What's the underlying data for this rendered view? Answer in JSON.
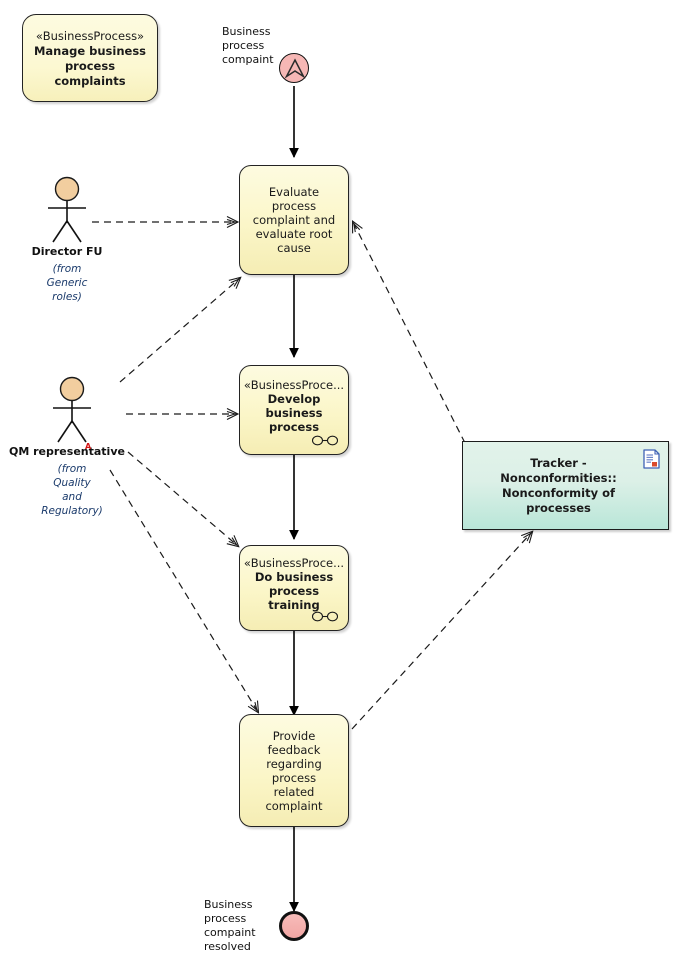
{
  "diagram": {
    "type": "uml-activity-diagram",
    "background": "#ffffff"
  },
  "colors": {
    "activity_fill": "#fbf6c8",
    "activity_border": "#232323",
    "tracker_fill": "#dcf0e7",
    "tracker_border": "#1d1d1d",
    "start_node_fill": "#f6b7b5",
    "end_node_fill": "#f2a6a4",
    "actor_head_fill": "#f2ce9f",
    "from_text": "#1a3a6b",
    "marker_red": "#d21010"
  },
  "business_process_note": {
    "stereotype": "«BusinessProcess»",
    "title_line1": "Manage business process",
    "title_line2": "complaints"
  },
  "start": {
    "label_line1": "Business",
    "label_line2": "process",
    "label_line3": "compaint",
    "icon": "signal-receipt-icon"
  },
  "end": {
    "label_line1": "Business",
    "label_line2": "process",
    "label_line3": "compaint",
    "label_line4": "resolved",
    "icon": "activity-final-icon"
  },
  "actors": [
    {
      "id": "director-fu",
      "name": "Director FU",
      "from_line1": "(from",
      "from_line2": "Generic",
      "from_line3": "roles)",
      "marker": ""
    },
    {
      "id": "qm-representative",
      "name": "QM representative",
      "from_line1": "(from",
      "from_line2": "Quality",
      "from_line3": "and",
      "from_line4": "Regulatory)",
      "marker": "A"
    }
  ],
  "activities": [
    {
      "id": "evaluate-process-complaint",
      "stereotype": "",
      "title_line1": "Evaluate process",
      "title_line2": "complaint and",
      "title_line3": "evaluate root cause",
      "composite": false
    },
    {
      "id": "develop-business-process",
      "stereotype": "«BusinessProce...",
      "title_line1": "Develop business",
      "title_line2": "process",
      "title_line3": "",
      "composite": true
    },
    {
      "id": "do-business-process-training",
      "stereotype": "«BusinessProce...",
      "title_line1": "Do business process",
      "title_line2": "training",
      "title_line3": "",
      "composite": true
    },
    {
      "id": "provide-feedback",
      "stereotype": "",
      "title_line1": "Provide feedback",
      "title_line2": "regarding process",
      "title_line3": "related complaint",
      "composite": false
    }
  ],
  "tracker": {
    "id": "tracker-nonconformities",
    "title_line1": "Tracker - Nonconformities::",
    "title_line2": "Nonconformity of processes",
    "icon": "document-icon"
  },
  "edges": [
    {
      "id": "start-to-evaluate",
      "style": "solid",
      "from": "start",
      "to": "evaluate-process-complaint"
    },
    {
      "id": "evaluate-to-develop",
      "style": "solid",
      "from": "evaluate-process-complaint",
      "to": "develop-business-process"
    },
    {
      "id": "develop-to-training",
      "style": "solid",
      "from": "develop-business-process",
      "to": "do-business-process-training"
    },
    {
      "id": "training-to-feedback",
      "style": "solid",
      "from": "do-business-process-training",
      "to": "provide-feedback"
    },
    {
      "id": "feedback-to-end",
      "style": "solid",
      "from": "provide-feedback",
      "to": "end"
    },
    {
      "id": "director-to-evaluate",
      "style": "dashed",
      "from": "director-fu",
      "to": "evaluate-process-complaint"
    },
    {
      "id": "qm-to-evaluate",
      "style": "dashed",
      "from": "qm-representative",
      "to": "evaluate-process-complaint"
    },
    {
      "id": "qm-to-develop",
      "style": "dashed",
      "from": "qm-representative",
      "to": "develop-business-process"
    },
    {
      "id": "qm-to-training",
      "style": "dashed",
      "from": "qm-representative",
      "to": "do-business-process-training"
    },
    {
      "id": "qm-to-feedback",
      "style": "dashed",
      "from": "qm-representative",
      "to": "provide-feedback"
    },
    {
      "id": "tracker-to-evaluate",
      "style": "dashed",
      "from": "tracker-nonconformities",
      "to": "evaluate-process-complaint"
    },
    {
      "id": "feedback-to-tracker",
      "style": "dashed",
      "from": "provide-feedback",
      "to": "tracker-nonconformities"
    }
  ]
}
